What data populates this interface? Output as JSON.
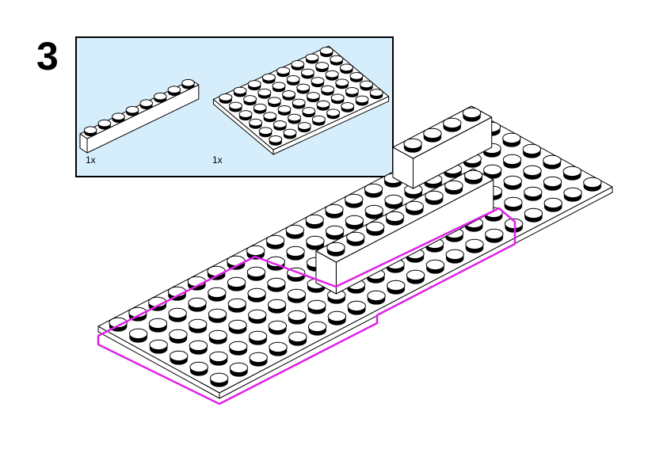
{
  "step": {
    "number": "3"
  },
  "callout": {
    "background": "#d6eefc",
    "parts": [
      {
        "qty": "1x",
        "type": "brick",
        "size": [
          8,
          1
        ]
      },
      {
        "qty": "1x",
        "type": "plate",
        "size": [
          8,
          6
        ]
      }
    ]
  },
  "colors": {
    "highlight": "#e020e8",
    "part": "#ffffff",
    "stud": "#000000"
  }
}
